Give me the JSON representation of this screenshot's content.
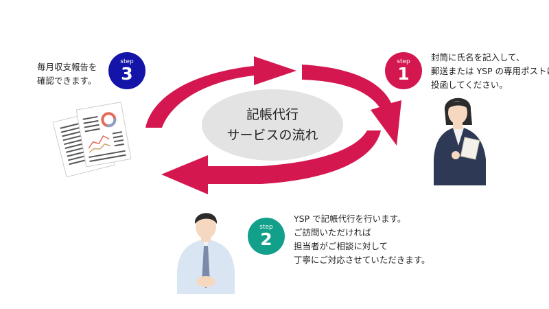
{
  "center": {
    "line1": "記帳代行",
    "line2": "サービスの流れ"
  },
  "steps": [
    {
      "label": "step",
      "number": "1",
      "color": "#d5174f",
      "lines": [
        "封筒に氏名を記入して、",
        "郵送または YSP の専用ポストに",
        "投函してください。"
      ]
    },
    {
      "label": "step",
      "number": "2",
      "color": "#12a08a",
      "lines": [
        "YSP で記帳代行を行います。",
        "ご訪問いただければ",
        "担当者がご相談に対して",
        "丁寧にご対応させていただきます。"
      ]
    },
    {
      "label": "step",
      "number": "3",
      "color": "#1414a8",
      "lines": [
        "毎月収支報告を",
        "確認できます。"
      ]
    }
  ],
  "colors": {
    "arrow": "#d5174f",
    "ellipse": "#e3e3e3",
    "suit_dark": "#2e3a55",
    "shirt": "#d9e5f2"
  },
  "icons": {
    "woman": "businesswoman-icon",
    "man": "businessman-icon",
    "report": "report-documents-icon"
  }
}
